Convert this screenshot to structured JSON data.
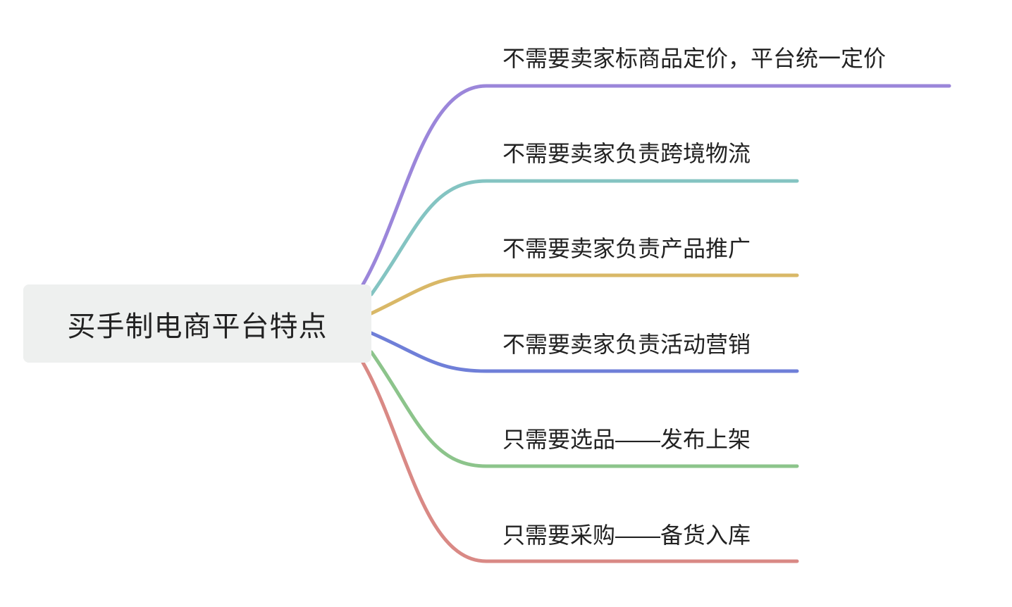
{
  "root": {
    "label": "买手制电商平台特点"
  },
  "branches": [
    {
      "label": "不需要卖家标商品定价，平台统一定价",
      "color": "#9b86da"
    },
    {
      "label": "不需要卖家负责跨境物流",
      "color": "#84c4c2"
    },
    {
      "label": "不需要卖家负责产品推广",
      "color": "#d9b867"
    },
    {
      "label": "不需要卖家负责活动营销",
      "color": "#6f7fd8"
    },
    {
      "label": "只需要选品——发布上架",
      "color": "#8cc48b"
    },
    {
      "label": "只需要采购——备货入库",
      "color": "#d98985"
    }
  ]
}
